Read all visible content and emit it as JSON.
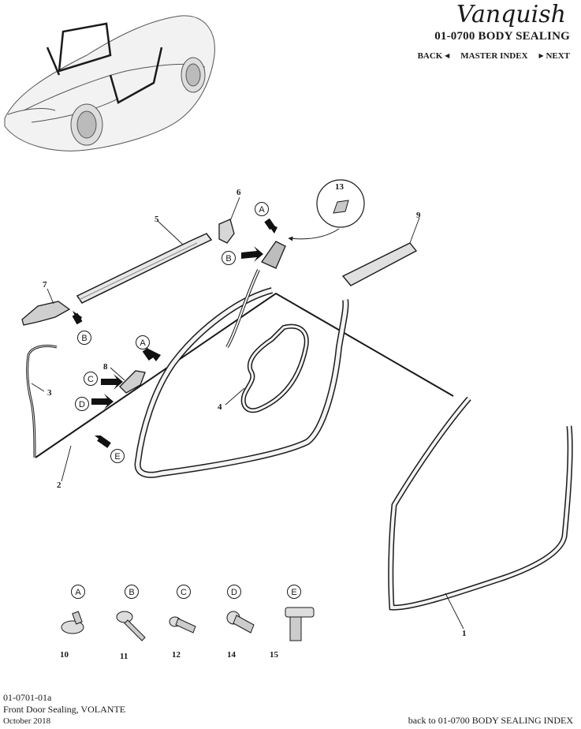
{
  "header": {
    "brand": "Vanquish",
    "section_title": "01-0700 BODY SEALING",
    "nav": {
      "back": "BACK",
      "master_index": "MASTER INDEX",
      "next": "NEXT"
    }
  },
  "parts": [
    {
      "id": "1"
    },
    {
      "id": "2"
    },
    {
      "id": "3"
    },
    {
      "id": "4"
    },
    {
      "id": "5"
    },
    {
      "id": "6"
    },
    {
      "id": "7"
    },
    {
      "id": "8"
    },
    {
      "id": "9"
    },
    {
      "id": "10"
    },
    {
      "id": "11"
    },
    {
      "id": "12"
    },
    {
      "id": "13"
    },
    {
      "id": "14"
    },
    {
      "id": "15"
    }
  ],
  "callouts": [
    "A",
    "B",
    "C",
    "D",
    "E"
  ],
  "fastener_legend": [
    {
      "letter": "A",
      "part": "10"
    },
    {
      "letter": "B",
      "part": "11"
    },
    {
      "letter": "C",
      "part": "12"
    },
    {
      "letter": "D",
      "part": "14"
    },
    {
      "letter": "E",
      "part": "15"
    }
  ],
  "footer": {
    "code": "01-0701-01a",
    "title": "Front Door Sealing, VOLANTE",
    "date": "October 2018",
    "back_link": "back to 01-0700 BODY SEALING INDEX"
  }
}
